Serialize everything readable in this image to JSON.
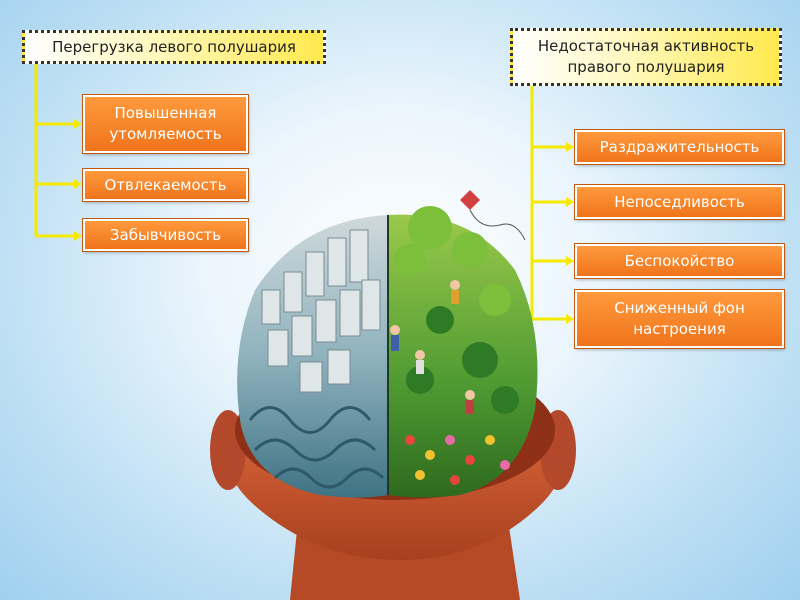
{
  "left": {
    "title": "Перегрузка левого полушария",
    "symptoms": [
      "Повышенная утомляемость",
      "Отвлекаемость",
      "Забывчивость"
    ]
  },
  "right": {
    "title": "Недостаточная активность правого полушария",
    "symptoms": [
      "Раздражительность",
      "Непоседливость",
      "Беспокойство",
      "Сниженный фон настроения"
    ]
  },
  "colors": {
    "box_fill": "#f0741c",
    "connector": "#f5e900",
    "header_accent": "#ffe94d",
    "left_hemisphere": "#5d8fa0",
    "right_hemisphere": "#4f9a32",
    "skin": "#c8552f"
  }
}
